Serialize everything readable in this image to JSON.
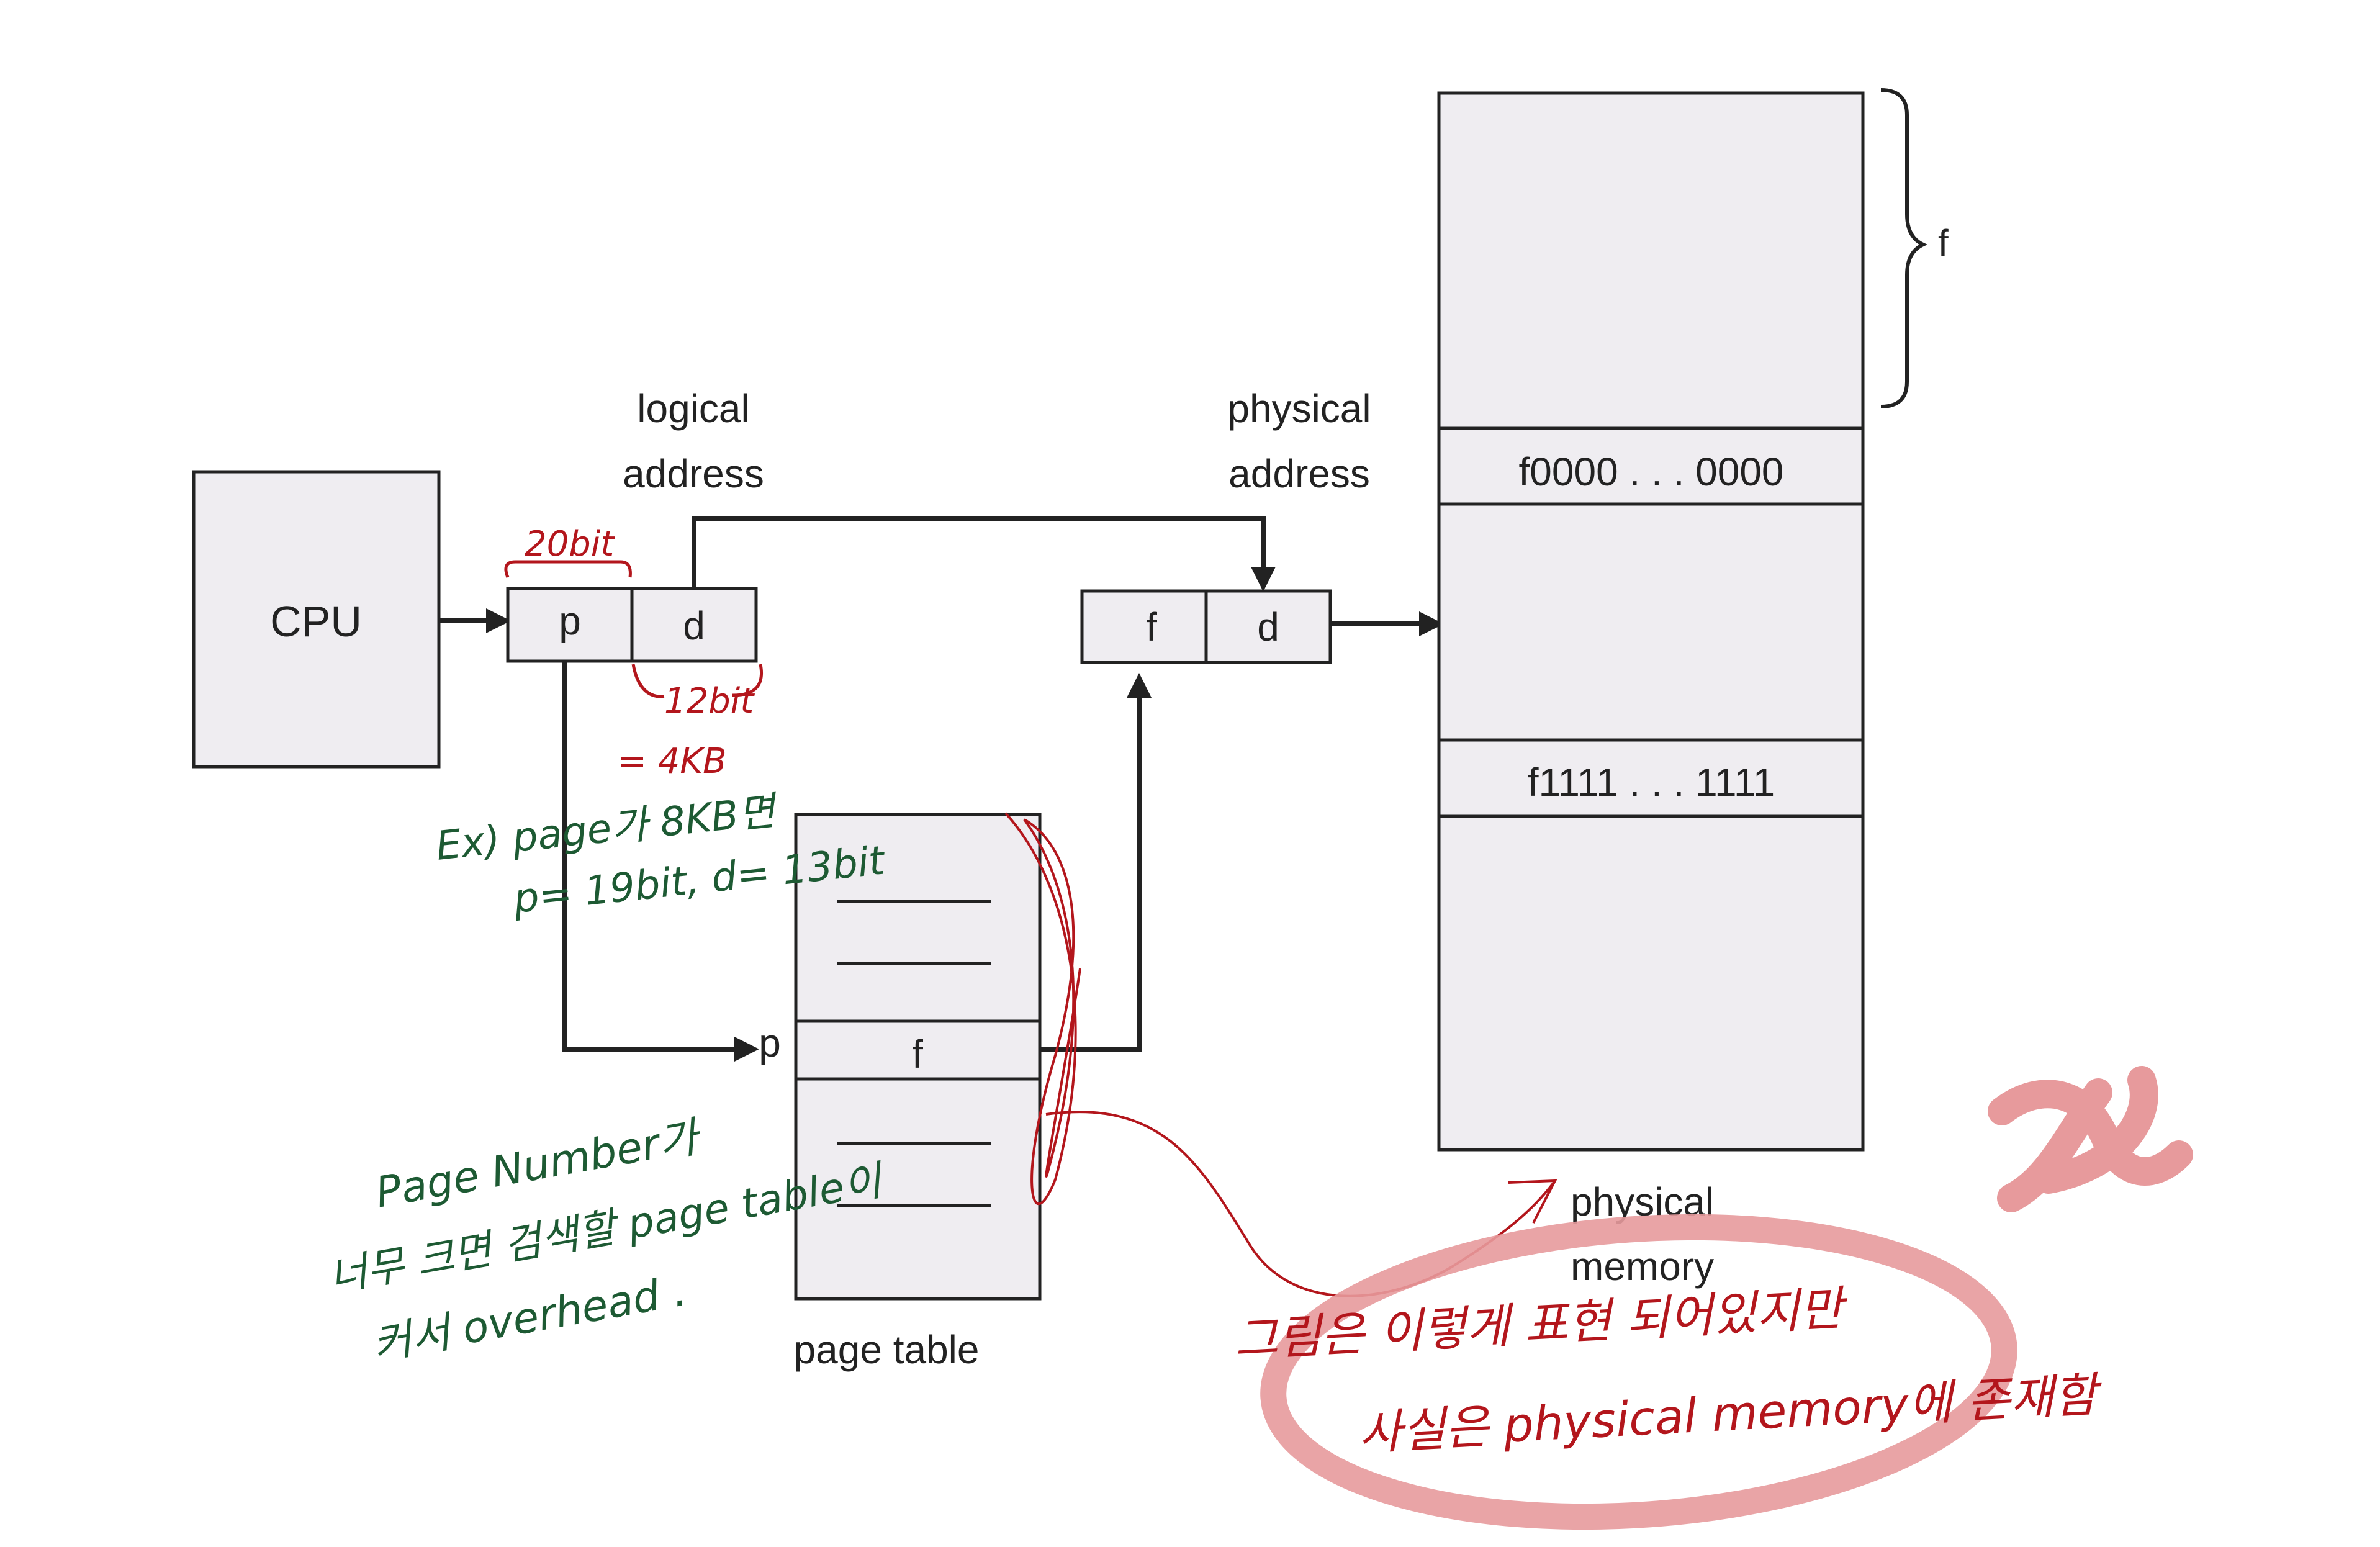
{
  "colors": {
    "box_fill": "#efedf1",
    "stroke": "#222222",
    "annotation_red": "#b3161c",
    "annotation_green": "#1d5a33",
    "highlight_pink": "#e79a9c"
  },
  "cpu": {
    "label": "CPU"
  },
  "logical_address": {
    "label_line1": "logical",
    "label_line2": "address",
    "p": "p",
    "d": "d"
  },
  "physical_address": {
    "label_line1": "physical",
    "label_line2": "address",
    "f": "f",
    "d": "d"
  },
  "page_table": {
    "caption": "page table",
    "index_label": "p",
    "entry": "f"
  },
  "physical_memory": {
    "caption_line1": "physical",
    "caption_line2": "memory",
    "frame_start": "f0000 . . . 0000",
    "frame_end": "f1111 . . . 1111",
    "brace_label": "f"
  },
  "annotations": {
    "p_bits": "20bit",
    "d_bits": "12bit",
    "d_size": "= 4KB",
    "example_line1": "Ex)  page가 8KB면",
    "example_line2": "p= 19bit,  d= 13bit",
    "overhead_line1": "Page Number가",
    "overhead_line2": "너무 크면 검색할 page table이",
    "overhead_line3": "커서 overhead .",
    "note_line1": "그림은 이렇게 표현 되어있지만",
    "note_line2": "사실은 physical memory에 존재함"
  }
}
